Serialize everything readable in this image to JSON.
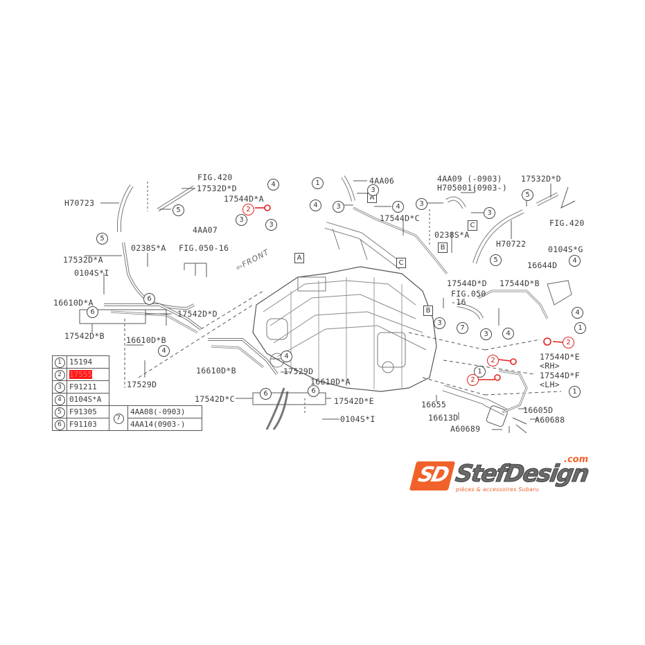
{
  "diagram": {
    "type": "exploded-parts-diagram",
    "subject": "Subaru engine fuel injection / fuel line parts",
    "direction_label": "FRONT",
    "highlight_color": "#e0201e",
    "highlighted_callout": "2",
    "labels": {
      "h70723": "H70723",
      "fig420_top": "FIG.420",
      "p17532d_d_left": "17532D*D",
      "p17544d_a": "17544D*A",
      "p4aa07": "4AA07",
      "p0238s_a_left": "0238S*A",
      "fig050_16_left": "FIG.050-16",
      "p17532d_a": "17532D*A",
      "p0104s_i_left": "0104S*I",
      "p16610d_a_left": "16610D*A",
      "p17542d_d": "17542D*D",
      "p17542d_b": "17542D*B",
      "p16610d_b_left": "16610D*B",
      "p17529d_left": "17529D",
      "p16610d_b_mid": "16610D*B",
      "p17529d_mid": "17529D",
      "p16610d_a_mid": "16610D*A",
      "p17542d_c": "17542D*C",
      "p17542d_e": "17542D*E",
      "p0104s_i_mid": "0104S*I",
      "p4aa06": "4AA06",
      "p17544d_c": "17544D*C",
      "p4aa09": "4AA09  (-0903)",
      "h705001": "H705001(0903-)",
      "p0238s_a_right": "0238S*A",
      "p17532d_d_right": "17532D*D",
      "fig420_right": "FIG.420",
      "h70722": "H70722",
      "p0104s_g": "0104S*G",
      "p16644d": "16644D",
      "p17544d_d": "17544D*D",
      "p17544d_b": "17544D*B",
      "fig050_right": "FIG.050",
      "fig050_right_sub": "-16",
      "p17544d_e": "17544D*E",
      "rh": "<RH>",
      "p17544d_f": "17544D*F",
      "lh": "<LH>",
      "p16655": "16655",
      "p16613d": "16613D",
      "p16605d": "16605D",
      "a60688": "A60688",
      "a60689": "A60689",
      "ref_a": "A",
      "ref_b": "B",
      "ref_c": "C"
    },
    "legend": [
      {
        "num": "1",
        "code": "15194"
      },
      {
        "num": "2",
        "code": "17555",
        "highlighted": true
      },
      {
        "num": "3",
        "code": "F91211"
      },
      {
        "num": "4",
        "code": "0104S*A"
      },
      {
        "num": "5",
        "code": "F91305"
      },
      {
        "num": "6",
        "code": "F91103"
      }
    ],
    "legend_group": {
      "num": "7",
      "items": [
        "4AA08(-0903)",
        "4AA14(0903-)"
      ]
    }
  },
  "logo": {
    "mark": "SD",
    "name": "StefDesign",
    "domain": ".com",
    "tagline": "pièces & accessoires Subaru",
    "brand_color": "#f0622a"
  }
}
